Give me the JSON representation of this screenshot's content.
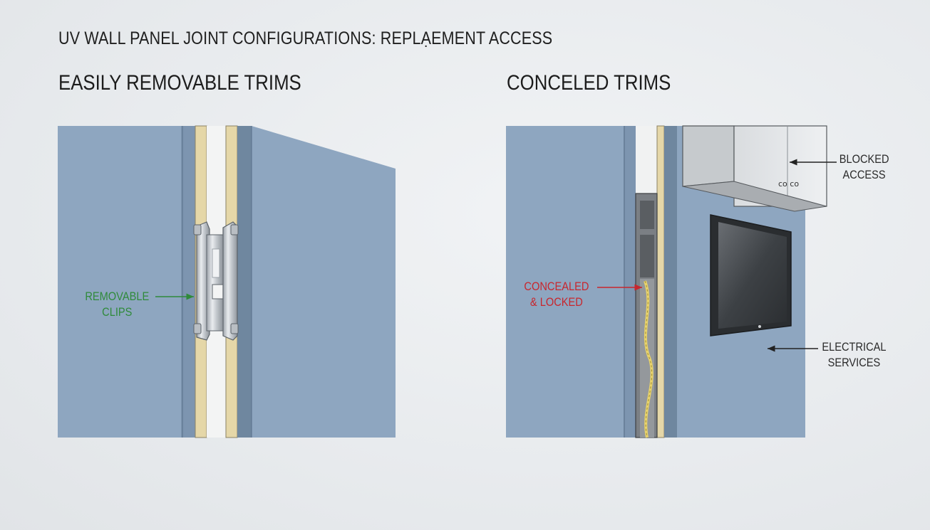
{
  "title": "UV WALL PANEL JOINT CONFIGURATIONS: REPLẠEMENT ACCESS",
  "left_panel": {
    "heading": "EASILY REMOVABLE TRIMS",
    "callout": {
      "line1": "REMOVABLE",
      "line2": "CLIPS"
    }
  },
  "right_panel": {
    "heading": "CONCELED TRIMS",
    "callout_concealed": {
      "line1": "CONCEALED",
      "line2": "& LOCKED"
    },
    "callout_blocked": {
      "line1": "BLOCKED",
      "line2": "ACCESS"
    },
    "callout_electrical": {
      "line1": "ELECTRICAL",
      "line2": "SERVICES"
    },
    "cabinet_knobs": "co co"
  },
  "colors": {
    "panel_blue": "#8ea6c0",
    "panel_blue_dark": "#6f879f",
    "trim_tan": "#e5d7a8",
    "cable_yellow": "#e8d36c",
    "label_green": "#2f8a3a",
    "label_red": "#c8262d"
  }
}
